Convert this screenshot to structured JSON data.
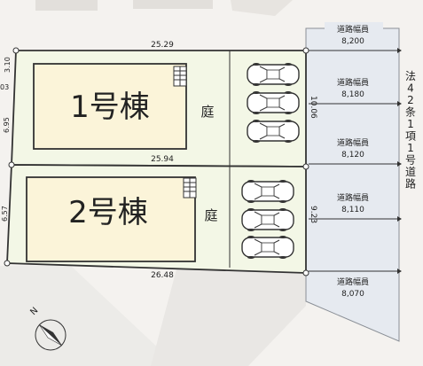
{
  "buildings": [
    {
      "label": "1号棟"
    },
    {
      "label": "2号棟"
    }
  ],
  "yards": [
    {
      "label": "庭"
    },
    {
      "label": "庭"
    }
  ],
  "lot_dimensions": {
    "top_edge": "25.29",
    "middle_edge": "25.94",
    "bottom_edge": "26.48",
    "left_upper_a": "3.10",
    "left_upper_b": "03",
    "left_upper_c": "6.95",
    "left_lower": "6.57",
    "right_upper": "10.06",
    "right_lower": "9.23"
  },
  "road_widths": [
    {
      "title": "道路幅員",
      "value": "8,200"
    },
    {
      "title": "道路幅員",
      "value": "8,180"
    },
    {
      "title": "道路幅員",
      "value": "8,120"
    },
    {
      "title": "道路幅員",
      "value": "8,110"
    },
    {
      "title": "道路幅員",
      "value": "8,070"
    }
  ],
  "road_type": "法42条1項1号道路",
  "compass": {
    "label": "N"
  },
  "colors": {
    "building_fill": "#fbf4d9",
    "lot_fill": "#f3f7e6",
    "line": "#333333",
    "road_fill": "#e6eaf0"
  }
}
